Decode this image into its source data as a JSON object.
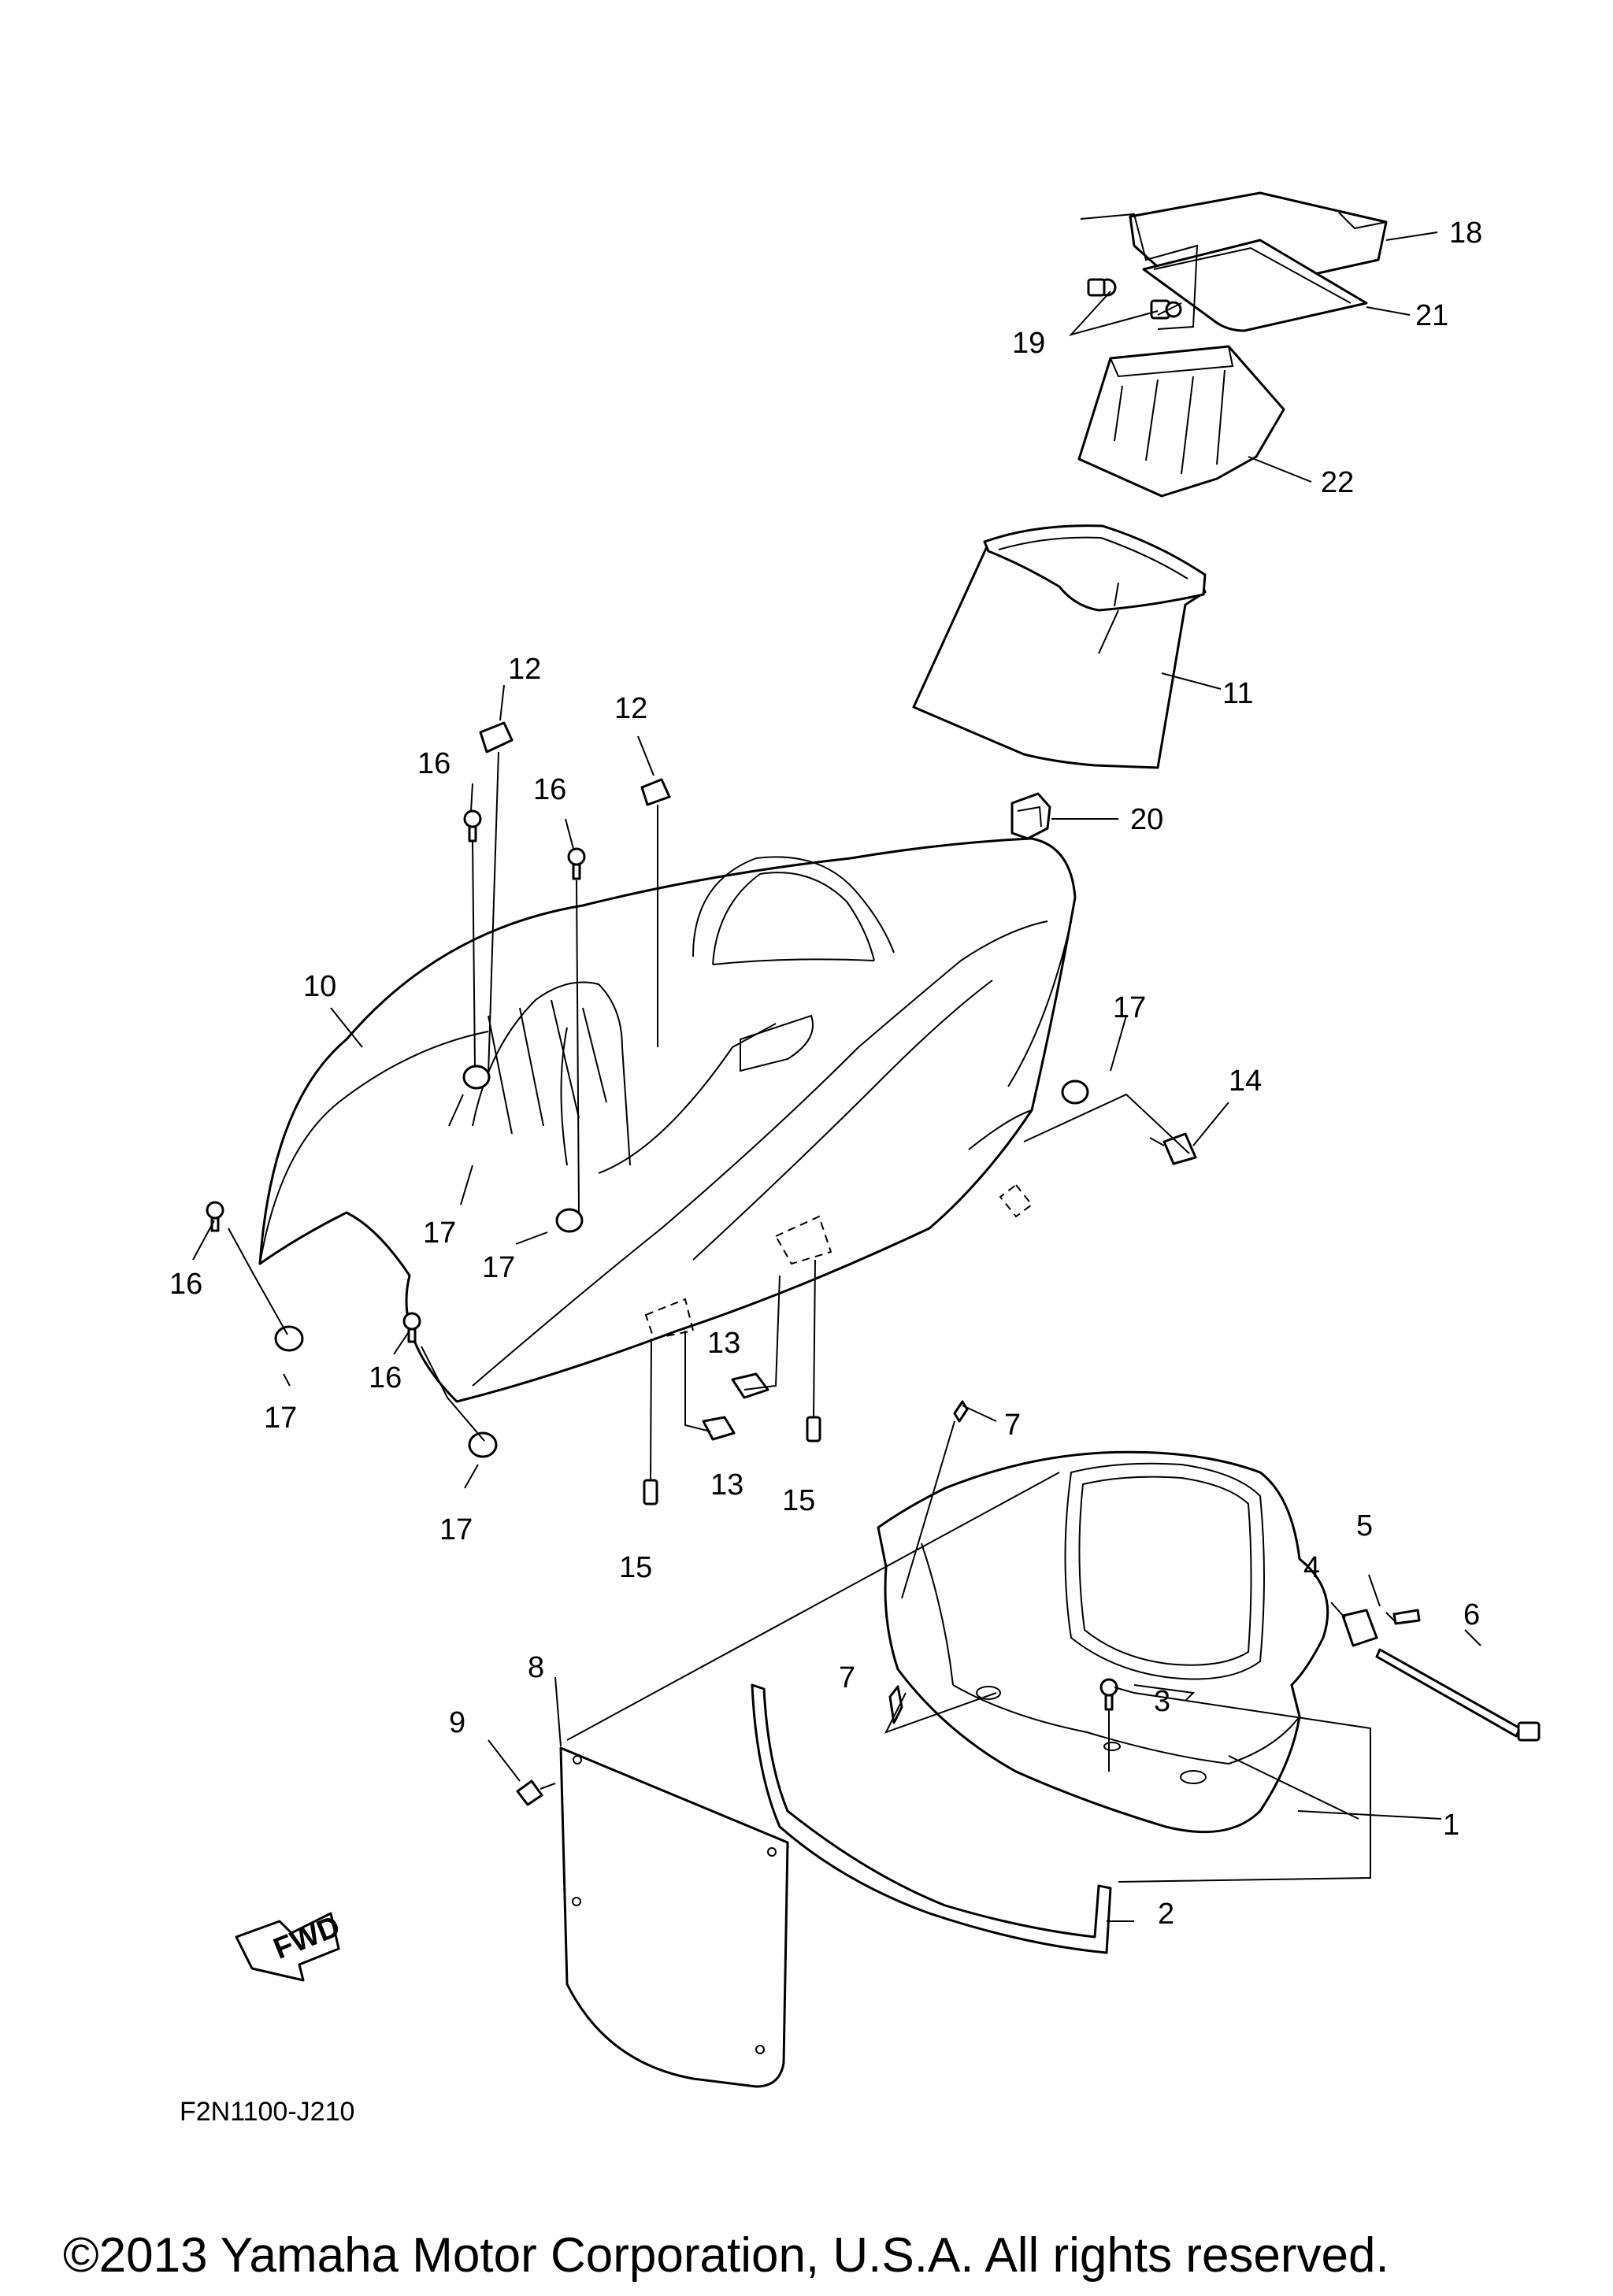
{
  "diagram": {
    "code": "F2N1100-J210",
    "copyright": "©2013 Yamaha Motor Corporation, U.S.A. All rights reserved.",
    "fwd_label": "FWD",
    "callouts": {
      "c1": "1",
      "c2": "2",
      "c3": "3",
      "c4": "4",
      "c5": "5",
      "c6": "6",
      "c7a": "7",
      "c7b": "7",
      "c8": "8",
      "c9": "9",
      "c10": "10",
      "c11": "11",
      "c12a": "12",
      "c12b": "12",
      "c13a": "13",
      "c13b": "13",
      "c14": "14",
      "c15a": "15",
      "c15b": "15",
      "c16a": "16",
      "c16b": "16",
      "c16c": "16",
      "c16d": "16",
      "c17a": "17",
      "c17b": "17",
      "c17c": "17",
      "c17d": "17",
      "c17e": "17",
      "c18": "18",
      "c19": "19",
      "c20": "20",
      "c21": "21",
      "c22": "22"
    }
  }
}
